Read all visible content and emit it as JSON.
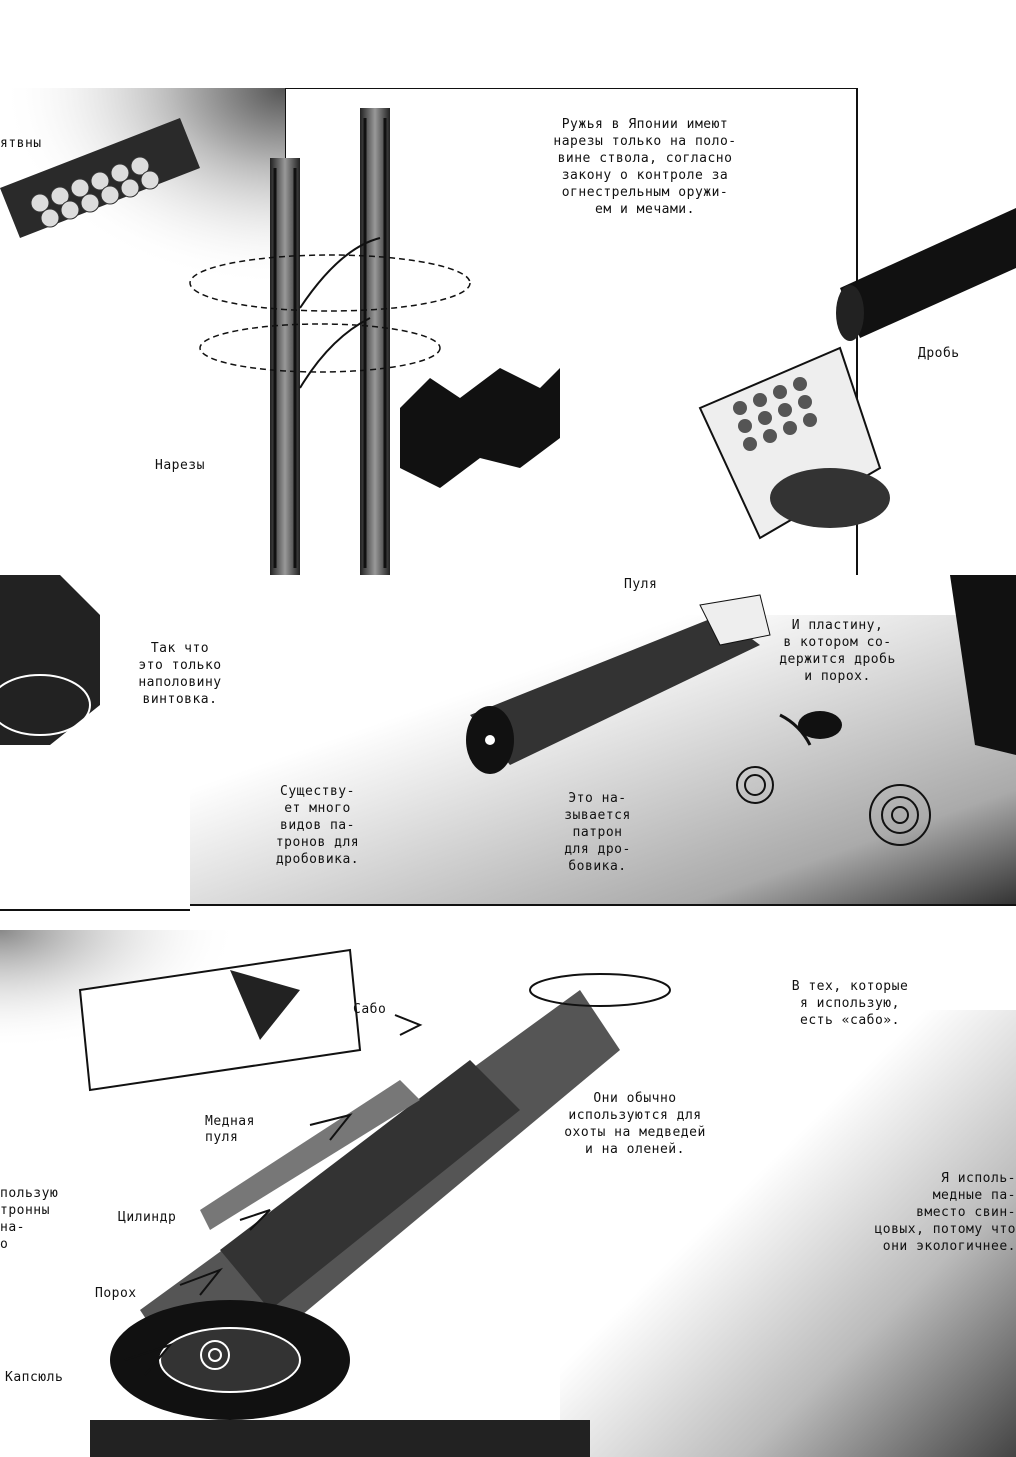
{
  "page": {
    "background": "#ffffff",
    "ink": "#111111"
  },
  "panel1": {
    "label_left": "ятвны",
    "caption_top": "Ружья в Японии имеют\nнарезы только на поло-\nвине ствола, согласно\nзакону о контроле за\nогнестрельным оружи-\nем и мечами.",
    "label_rifling": "Нарезы",
    "label_shot": "Дробь"
  },
  "panel2": {
    "caption_left": "Так что\nэто только\nнаполовину\nвинтовка.",
    "label_bullet": "Пуля",
    "caption_right": "И пластину,\nв котором со-\nдержится дробь\nи порох.",
    "caption_mid_left": "Существу-\nет много\nвидов па-\nтронов для\nдробовика.",
    "caption_mid_right": "Это на-\nзывается\nпатрон\nдля дро-\nбовика."
  },
  "panel3": {
    "label_sabot": "Сабо",
    "caption_top_right": "В тех, которые\nя использую,\nесть «сабо».",
    "label_copper_bullet": "Медная\nпуля",
    "caption_center": "Они обычно\nиспользуются для\nохоты на медведей\nи на оленей.",
    "label_cylinder": "Цилиндр",
    "label_powder": "Порох",
    "label_primer": "Капсюль",
    "caption_left_cut": "пользую\nтронны\nна-\nо",
    "caption_bottom_right": "Я исполь-\nмедные па-\nвместо свин-\nцовых, потому что\nони экологичнее."
  }
}
